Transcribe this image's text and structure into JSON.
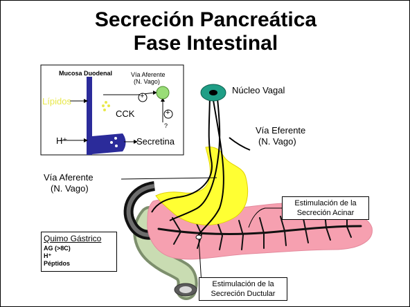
{
  "title": {
    "line1": "Secreción Pancreática",
    "line2": "Fase Intestinal"
  },
  "inset": {
    "mucosa_label": "Mucosa Duodenal",
    "lipidos": "Lípidos",
    "hplus": "H⁺",
    "cck": "CCK",
    "secretina": "Secretina",
    "via_aferente_line1": "Vía Aferente",
    "via_aferente_line2": "(N. Vago)",
    "plus1": "+",
    "plus2": "+",
    "question": "?"
  },
  "labels": {
    "nucleo_vagal": "Núcleo Vagal",
    "via_eferente_line1": "Vía Eferente",
    "via_eferente_line2": "(N. Vago)",
    "via_aferente_line1": "Vía Aferente",
    "via_aferente_line2": "(N. Vago)"
  },
  "boxes": {
    "acinar_line1": "Estimulación de la",
    "acinar_line2": "Secreción Acinar",
    "ductular_line1": "Estimulación de la",
    "ductular_line2": "Secreción Ductular",
    "quimo_title": "Quimo Gástrico",
    "quimo_item1": "AG (>8C)",
    "quimo_item2": "H⁺",
    "quimo_item3": "Péptidos"
  },
  "colors": {
    "lipid_yellow": "#e8e84a",
    "cck_green": "#99dd77",
    "duct_blue": "#2b2b9a",
    "vagal_teal": "#1f9e86",
    "stomach_yellow": "#ffff33",
    "pancreas_pink": "#f6a0b0",
    "intestine_green": "#a9c48e"
  }
}
